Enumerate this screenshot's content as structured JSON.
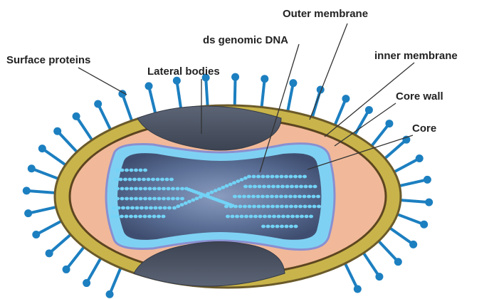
{
  "labels": {
    "outer_membrane": "Outer membrane",
    "ds_genomic_dna": "ds genomic DNA",
    "inner_membrane": "inner membrane",
    "surface_proteins": "Surface proteins",
    "lateral_bodies": "Lateral bodies",
    "core_wall": "Core wall",
    "core": "Core"
  },
  "colors": {
    "spike": "#1c7fc0",
    "outer_membrane": "#c8b44a",
    "outer_membrane_edge": "#6b5a2a",
    "inner_space": "#f1b999",
    "core_wall": "#7fd1f3",
    "core": "#5a6f92",
    "lateral_bodies": "#4c5566",
    "dna": "#72d3f6",
    "leader_line": "#333333"
  },
  "icons": {
    "spike": "lollipop-spike",
    "dna": "dotted-strand"
  }
}
